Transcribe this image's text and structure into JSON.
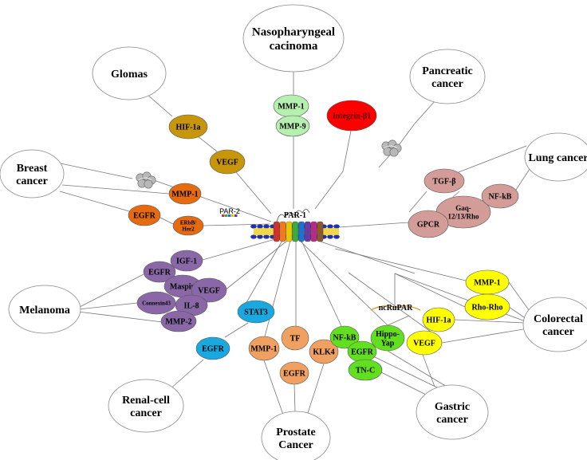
{
  "center": {
    "label": "PAR-1",
    "par2_label": "PAR-2",
    "ncrupar_label": "ncRuPAR",
    "helix_colors": [
      "#d03030",
      "#f07a20",
      "#e8c800",
      "#40a840",
      "#2070d0",
      "#6a3aa0",
      "#b82a8a",
      "#8a5a2a"
    ]
  },
  "cancers": {
    "nasopharyngeal": [
      "Nasopharyngeal",
      "cacinoma"
    ],
    "glomas": [
      "Glomas"
    ],
    "pancreatic": [
      "Pancreatic",
      "cancer"
    ],
    "breast": [
      "Breast",
      "cancer"
    ],
    "lung": [
      "Lung cancer"
    ],
    "melanoma": [
      "Melanoma"
    ],
    "colorectal": [
      "Colorectal",
      "cancer"
    ],
    "renal": [
      "Renal-cell",
      "cancer"
    ],
    "gastric": [
      "Gastric",
      "cancer"
    ],
    "prostate": [
      "Prostate",
      "Cancer"
    ]
  },
  "markers": {
    "naso_mmp1": [
      "MMP-1"
    ],
    "naso_mmp9": [
      "MMP-9"
    ],
    "glomas_hif": [
      "HIF-1a"
    ],
    "glomas_vegf": [
      "VEGF"
    ],
    "pancreatic_integrin": [
      "Integrin-β1"
    ],
    "breast_mmp1": [
      "MMP-1"
    ],
    "breast_egfr": [
      "EGFR"
    ],
    "breast_erbb": [
      "ERbB/",
      "Her2"
    ],
    "lung_tgfb": [
      "TGF-β"
    ],
    "lung_gaq": [
      "Gaq-",
      "12/13/Rho"
    ],
    "lung_nfkb": [
      "NF-kB"
    ],
    "lung_gpcr": [
      "GPCR"
    ],
    "mel_igf1": [
      "IGF-1"
    ],
    "mel_egfr": [
      "EGFR"
    ],
    "mel_maspin": [
      "Maspin"
    ],
    "mel_vegf": [
      "VEGF"
    ],
    "mel_connexin": [
      "Connexin43"
    ],
    "mel_il8": [
      "IL-8"
    ],
    "mel_mmp2": [
      "MMP-2"
    ],
    "renal_stat3": [
      "STAT3"
    ],
    "renal_egfr": [
      "EGFR"
    ],
    "pro_mmp1": [
      "MMP-1"
    ],
    "pro_tf": [
      "TF"
    ],
    "pro_egfr": [
      "EGFR"
    ],
    "pro_klk4": [
      "KLK4"
    ],
    "gas_nfkb": [
      "NF-kB"
    ],
    "gas_egfr": [
      "EGFR"
    ],
    "gas_hippo": [
      "Hippo-",
      "Yap"
    ],
    "gas_tnc": [
      "TN-C"
    ],
    "col_mmp1": [
      "MMP-1"
    ],
    "col_rho": [
      "Rho-Rho"
    ],
    "col_hif": [
      "HIF-1a"
    ],
    "col_vegf": [
      "VEGF"
    ]
  },
  "colors": {
    "nasopharyngeal": "#b6f0b0",
    "glomas": "#c8960a",
    "pancreatic": "#ff0000",
    "breast": "#e56a10",
    "lung": "#d49c98",
    "melanoma": "#8a68a8",
    "renal": "#1aa8e0",
    "prostate": "#f0a060",
    "gastric": "#62e020",
    "colorectal": "#ffff00"
  }
}
